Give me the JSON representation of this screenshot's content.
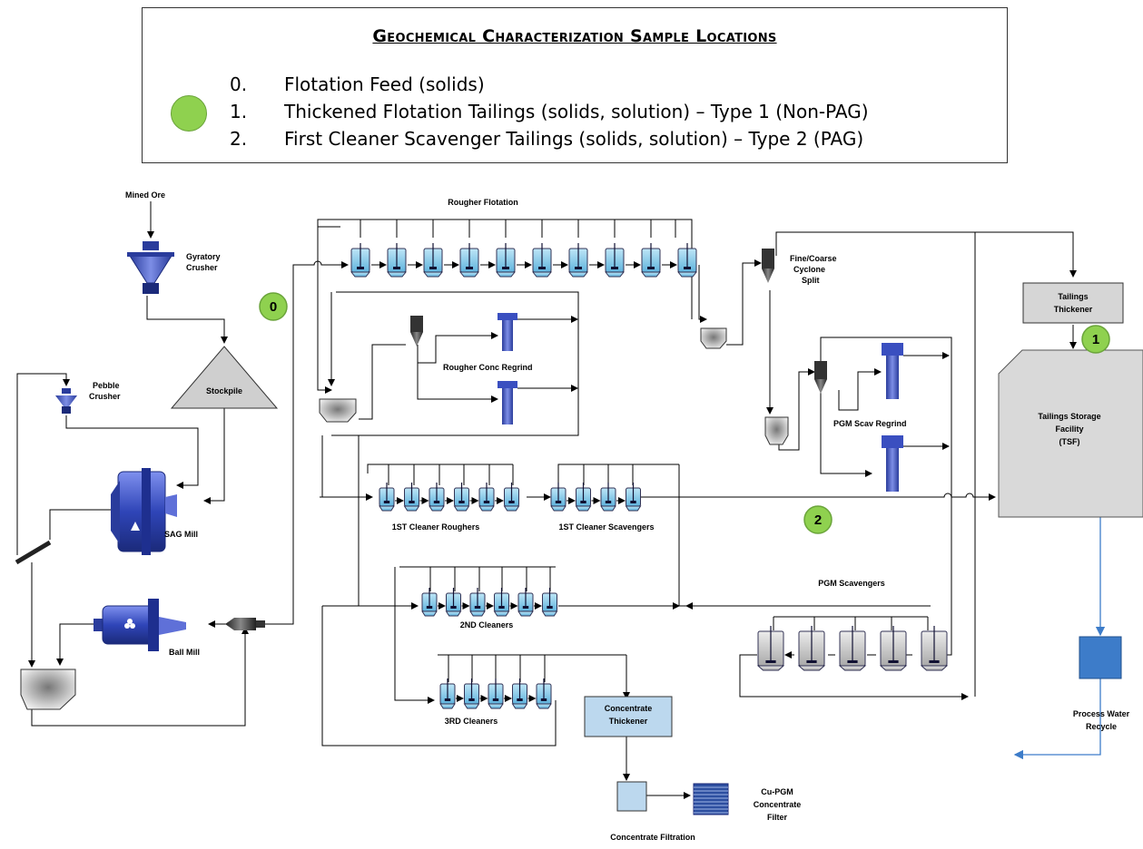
{
  "legend": {
    "title": "Geochemical Characterization Sample Locations",
    "items": [
      {
        "num": "0.",
        "text": "Flotation Feed (solids)"
      },
      {
        "num": "1.",
        "text": "Thickened Flotation Tailings  (solids, solution) – Type 1 (Non-PAG)"
      },
      {
        "num": "2.",
        "text": "First Cleaner Scavenger Tailings (solids, solution) – Type 2 (PAG)"
      }
    ]
  },
  "markers": [
    "0",
    "1",
    "2"
  ],
  "labels": {
    "mined_ore": "Mined Ore",
    "gyratory_1": "Gyratory",
    "gyratory_2": "Crusher",
    "stockpile": "Stockpile",
    "pebble_1": "Pebble",
    "pebble_2": "Crusher",
    "sag_mill": "SAG Mill",
    "ball_mill": "Ball Mill",
    "rougher_flotation": "Rougher Flotation",
    "rougher_conc_regrind": "Rougher Conc Regrind",
    "fine_coarse_1": "Fine/Coarse",
    "fine_coarse_2": "Cyclone",
    "fine_coarse_3": "Split",
    "tailings_thickener_1": "Tailings",
    "tailings_thickener_2": "Thickener",
    "tsf_1": "Tailings Storage",
    "tsf_2": "Facility",
    "tsf_3": "(TSF)",
    "pgm_scav_regrind": "PGM Scav Regrind",
    "cleaner_roughers": "1ST Cleaner Roughers",
    "cleaner_scavengers": "1ST Cleaner Scavengers",
    "second_cleaners": "2ND Cleaners",
    "third_cleaners": "3RD Cleaners",
    "pgm_scavengers": "PGM Scavengers",
    "conc_thickener_1": "Concentrate",
    "conc_thickener_2": "Thickener",
    "conc_filtration": "Concentrate Filtration",
    "cu_pgm_1": "Cu-PGM",
    "cu_pgm_2": "Concentrate",
    "cu_pgm_3": "Filter",
    "process_water_1": "Process Water",
    "process_water_2": "Recycle"
  },
  "colors": {
    "marker_green": "#8fd14f",
    "cell_blue": "#7fc8e8",
    "grey_cell": "#c8c8c8",
    "mill_blue": "#3a4fc0",
    "water_blue": "#3d7cc9"
  }
}
